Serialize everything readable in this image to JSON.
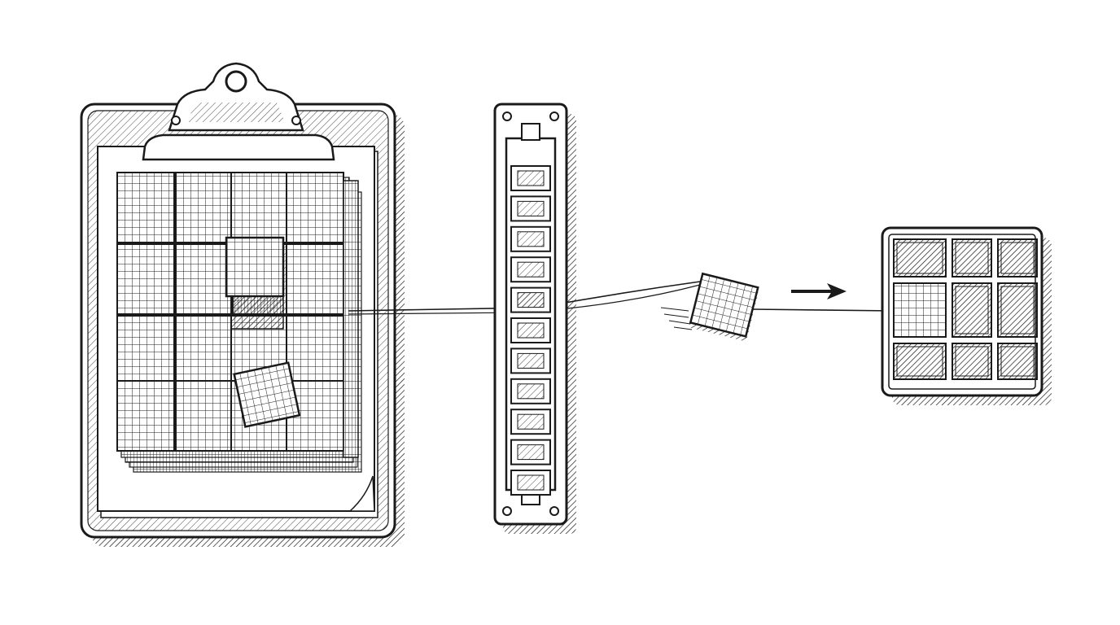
{
  "scene": {
    "ink": "#1a1a1a",
    "paper": "#ffffff",
    "shade": "#cfcfcf",
    "clipboard_icon": "clipboard-icon",
    "strip_icon": "slot-strip-icon",
    "tray_icon": "grid-tray-icon",
    "block_icon": "grid-block-icon",
    "arrow_icon": "arrow-right-icon",
    "strip_slots": 11,
    "tray_rows": 3,
    "tray_cols": 3
  }
}
